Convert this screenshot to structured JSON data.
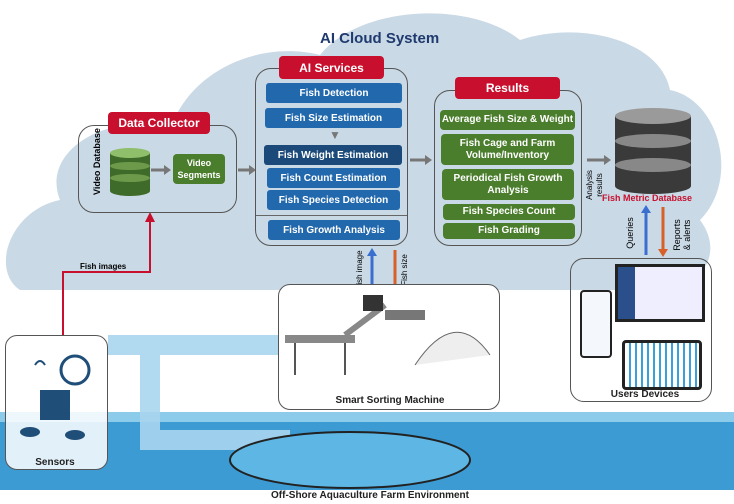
{
  "title": "AI Cloud System",
  "data_collector": {
    "label": "Data Collector",
    "database": "Video Database",
    "segments": "Video Segments"
  },
  "ai_services": {
    "label": "AI Services",
    "items": [
      "Fish Detection",
      "Fish Size Estimation",
      "Fish Weight Estimation",
      "Fish Count Estimation",
      "Fish Species Detection"
    ],
    "growth": "Fish Growth Analysis"
  },
  "results": {
    "label": "Results",
    "items": [
      "Average Fish Size & Weight",
      "Fish Cage and Farm Volume/Inventory",
      "Periodical Fish Growth Analysis",
      "Fish Species Count",
      "Fish Grading"
    ]
  },
  "analysis_results": "Analysis results",
  "fish_metric_db": "Fish Metric Database",
  "queries": "Queries",
  "reports": "Reports & alerts",
  "users_devices": "Users Devices",
  "fish_images": "Fish images",
  "fish_image": "Fish image",
  "fish_size": "Fish size",
  "sorting_machine": "Smart Sorting Machine",
  "sensors": "Sensors",
  "environment": "Off-Shore Aquaculture Farm Environment",
  "colors": {
    "cloud": "#c9d9e6",
    "label_red": "#c8102e",
    "service_blue": "#2268ad",
    "result_green": "#4a7d2c",
    "sea": "#3d9bd3"
  }
}
